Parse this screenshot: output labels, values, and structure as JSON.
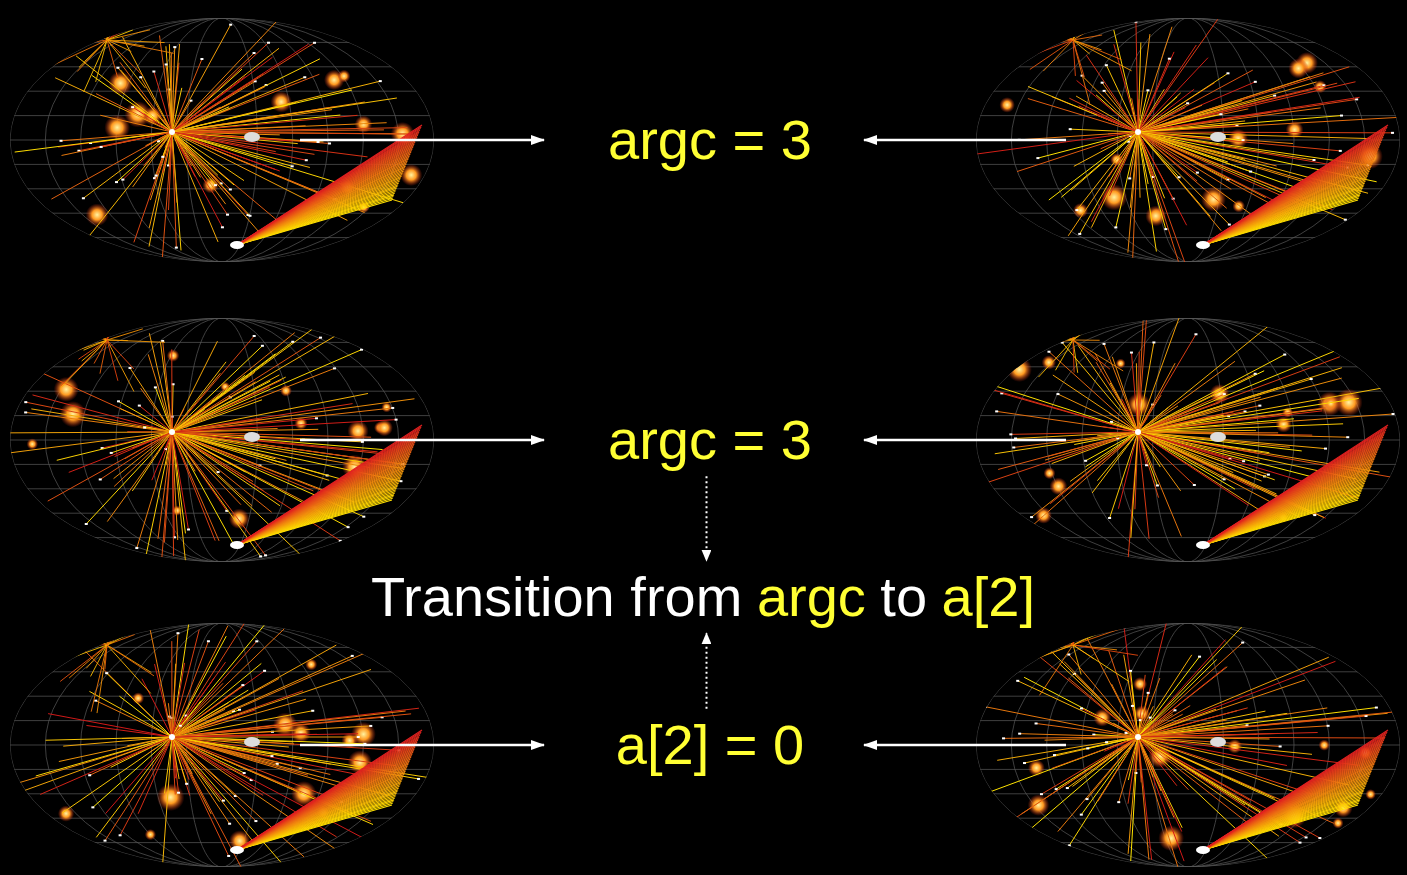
{
  "diagram": {
    "nodes": [
      {
        "text": [
          "argc = 3"
        ]
      },
      {
        "text": [
          "argc = 3"
        ]
      },
      {
        "text": [
          "Transition from",
          "argc",
          "to",
          "a[2]"
        ]
      },
      {
        "text": [
          "a[2] = 0"
        ]
      }
    ],
    "edges": [
      {
        "from": 1,
        "to": 2,
        "arrow": "to"
      },
      {
        "from": 3,
        "to": 2,
        "arrow": "to"
      }
    ]
  }
}
